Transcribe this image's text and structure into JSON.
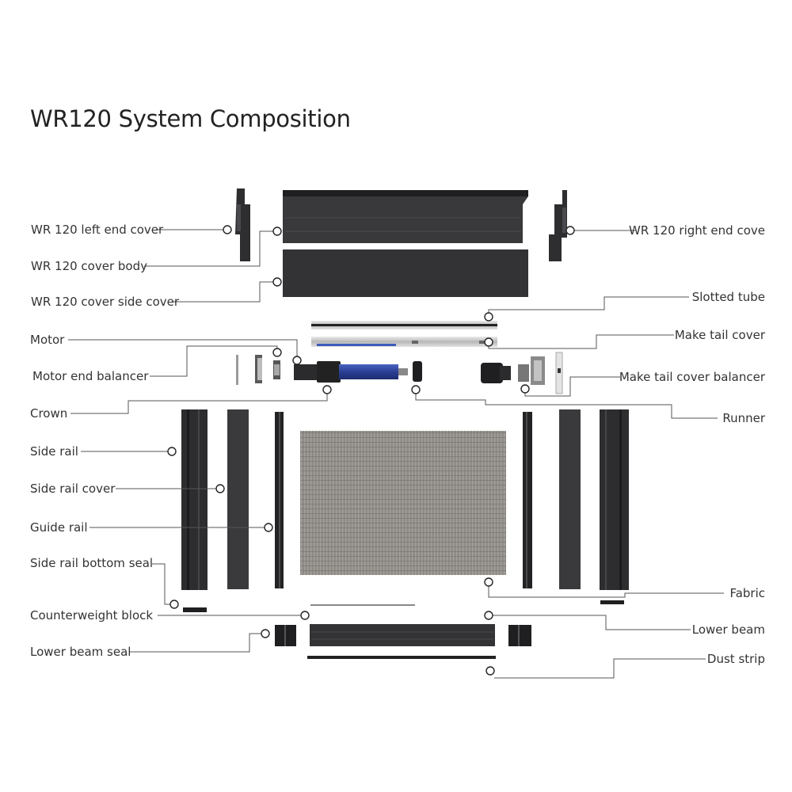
{
  "title": "WR120 System Composition",
  "labels_left": {
    "left_end_cover": "WR 120 left end cover",
    "cover_body": "WR 120 cover body",
    "cover_side_cover": "WR 120 cover side cover",
    "motor": "Motor",
    "motor_end_balancer": "Motor end balancer",
    "crown": "Crown",
    "side_rail": "Side rail",
    "side_rail_cover": "Side rail cover",
    "guide_rail": "Guide rail",
    "side_rail_bottom_seal": "Side rail bottom seal",
    "counterweight_block": "Counterweight block",
    "lower_beam_seal": "Lower beam seal"
  },
  "labels_right": {
    "right_end_cover": "WR 120 right end cove",
    "slotted_tube": "Slotted tube",
    "make_tail_cover": "Make tail cover",
    "make_tail_cover_balancer": "Make tail cover balancer",
    "runner": "Runner",
    "fabric": "Fabric",
    "lower_beam": "Lower beam",
    "dust_strip": "Dust strip"
  },
  "colors": {
    "profile_dark": "#2e2e30",
    "profile_mid": "#3c3c3f",
    "fabric": "#8f8c88",
    "motor_blue": "#2b3f8f",
    "leader_line": "#555555",
    "metal": "#c9c9c9"
  }
}
